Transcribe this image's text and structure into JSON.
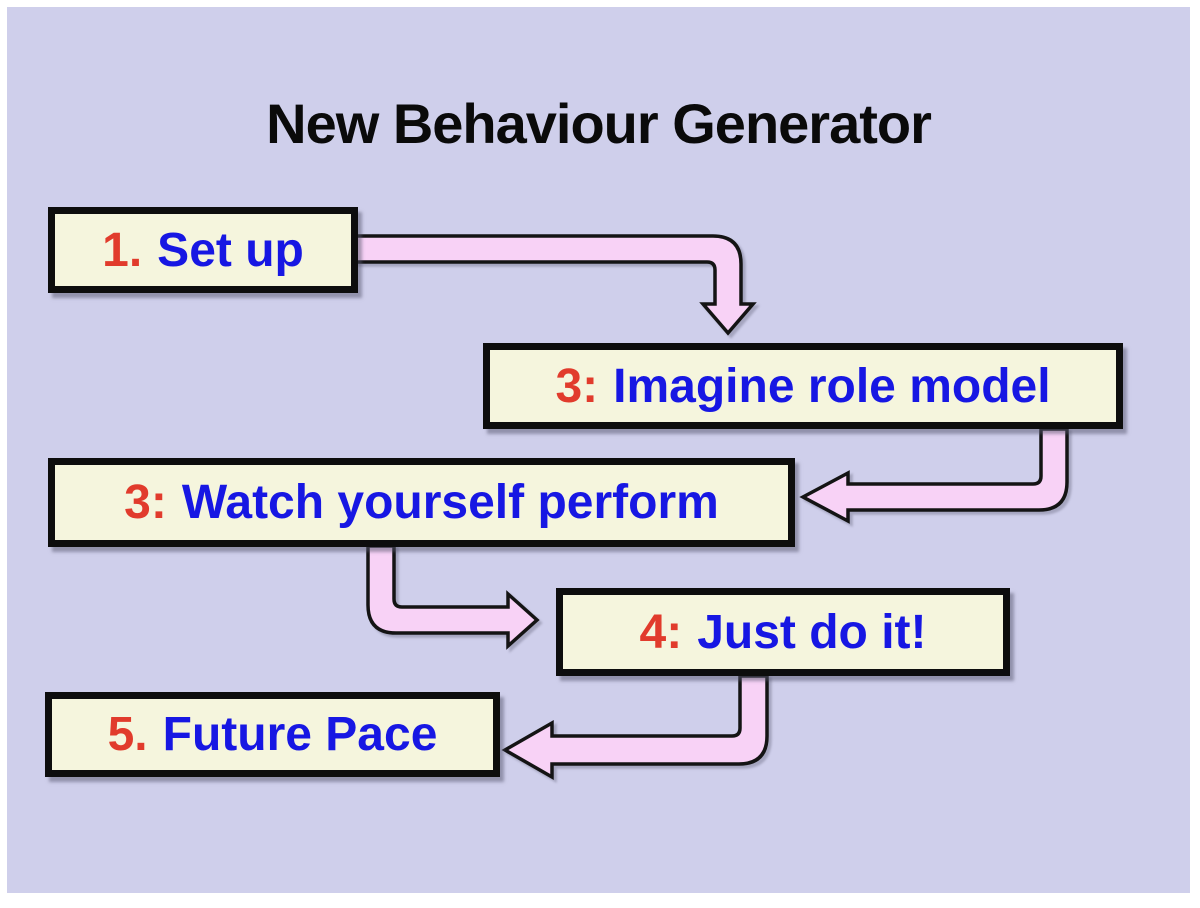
{
  "title": "New Behaviour Generator",
  "colors": {
    "background": "#ffffff",
    "panel": "#cfcfeb",
    "box_fill": "#f5f5dd",
    "box_border": "#0d0d0d",
    "number_red": "#e13b2c",
    "label_blue": "#1717e3",
    "arrow_fill": "#f8d2f6",
    "arrow_outline": "#141414",
    "title_color": "#0a0a0a"
  },
  "steps": [
    {
      "number": "1.",
      "label": "Set up"
    },
    {
      "number": "3:",
      "label": "Imagine role model"
    },
    {
      "number": "3:",
      "label": "Watch yourself perform"
    },
    {
      "number": "4:",
      "label": "Just do it!"
    },
    {
      "number": "5.",
      "label": "Future Pace"
    }
  ],
  "connectors": [
    {
      "from": "Set up",
      "to": "Imagine role model",
      "shape": "right-then-down"
    },
    {
      "from": "Imagine role model",
      "to": "Watch yourself perform",
      "shape": "down-then-left"
    },
    {
      "from": "Watch yourself perform",
      "to": "Just do it!",
      "shape": "down-then-right"
    },
    {
      "from": "Just do it!",
      "to": "Future Pace",
      "shape": "down-then-left"
    }
  ]
}
